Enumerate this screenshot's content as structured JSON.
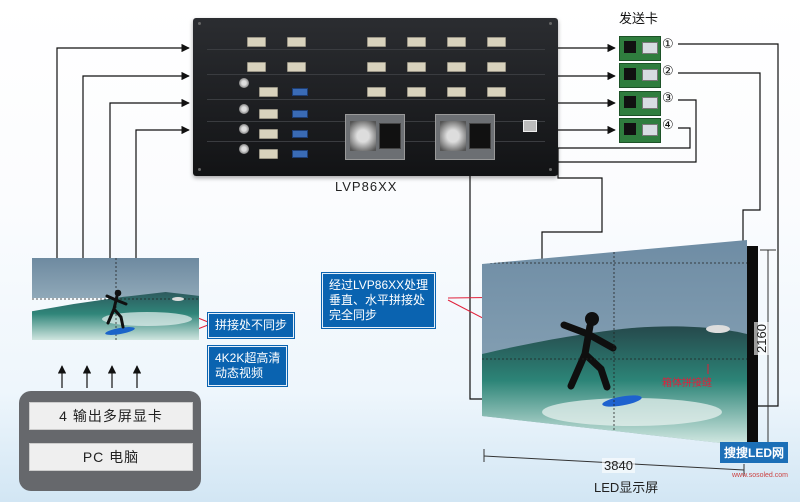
{
  "processor": {
    "model": "LVP86XX"
  },
  "sending_cards": {
    "title": "发送卡",
    "numbers": [
      "①",
      "②",
      "③",
      "④"
    ]
  },
  "callouts": {
    "not_synced": "拼接处不同步",
    "source_4k2k": "4K2K超高清\n动态视频",
    "synced": "经过LVP86XX处理\n垂直、水平拼接处\n完全同步"
  },
  "pc": {
    "graphics_card": "4 输出多屏显卡",
    "computer": "PC 电脑"
  },
  "led": {
    "title": "LED显示屏",
    "width": "3840",
    "height": "2160",
    "seam_label": "箱体拼接缝"
  },
  "watermark": {
    "text": "搜搜LED网",
    "url": "www.sosoled.com"
  },
  "colors": {
    "callout_bg": "#0a63b0",
    "arrow": "#111111",
    "sync_line": "#e0203a"
  }
}
